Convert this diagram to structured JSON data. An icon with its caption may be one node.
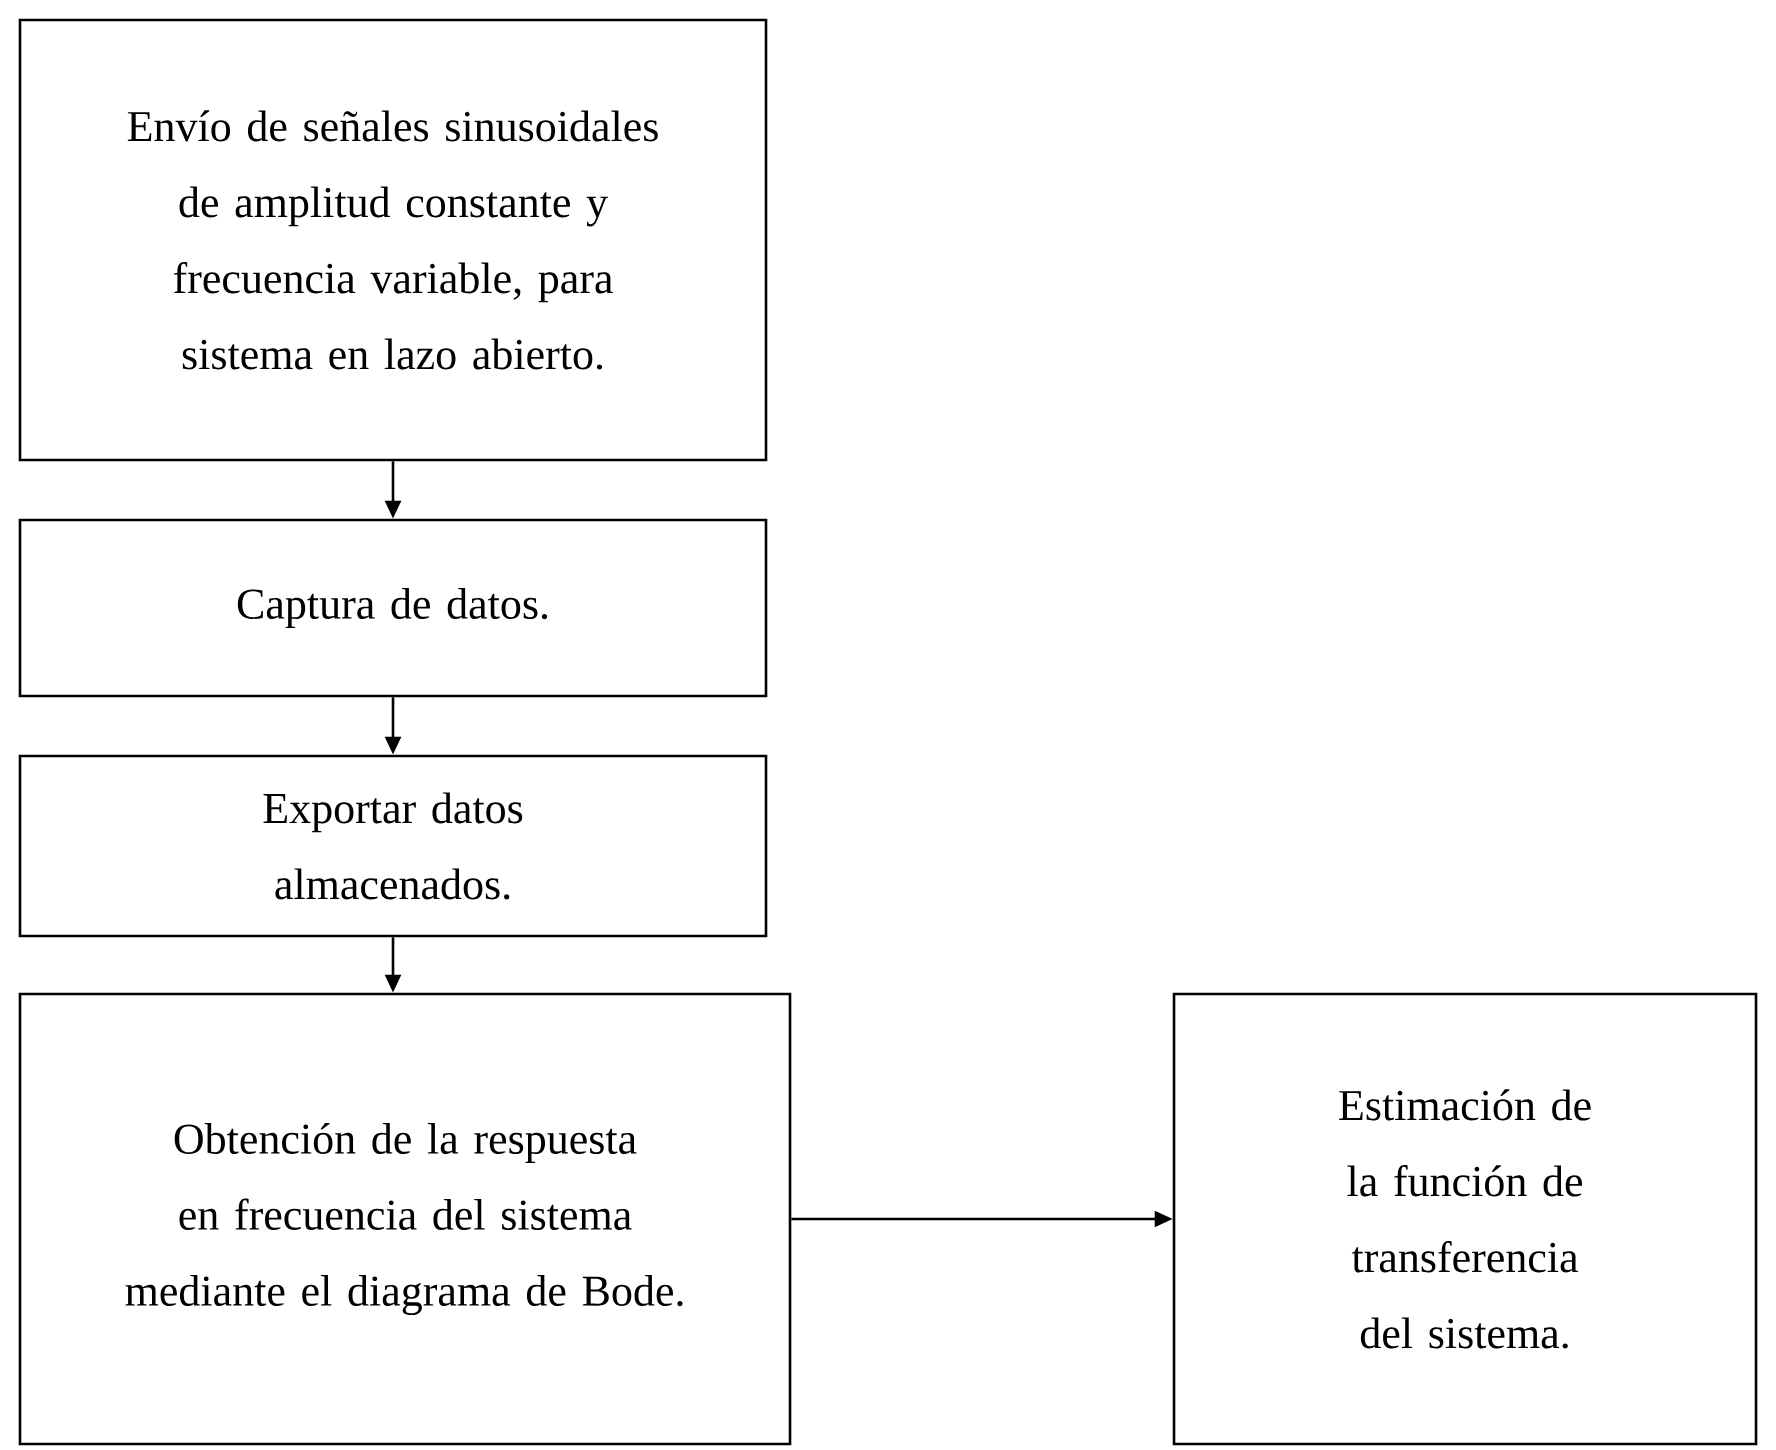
{
  "diagram": {
    "nodes": [
      {
        "text": [
          "Envío de señales sinusoidales de amplitud constante y frecuencia variable, para sistema en lazo abierto."
        ]
      },
      {
        "text": [
          "Captura de datos."
        ]
      },
      {
        "text": [
          "Exportar datos almacenados."
        ]
      },
      {
        "text": [
          "Obtención de la respuesta en frecuencia del sistema mediante el diagrama de Bode."
        ]
      },
      {
        "text": [
          "Estimación de la función de transferencia del sistema."
        ]
      }
    ],
    "edges": [
      {
        "from": 0,
        "to": 1,
        "arrow": "to"
      },
      {
        "from": 1,
        "to": 2,
        "arrow": "to"
      },
      {
        "from": 2,
        "to": 3,
        "arrow": "to"
      },
      {
        "from": 3,
        "to": 4,
        "arrow": "to"
      }
    ]
  }
}
